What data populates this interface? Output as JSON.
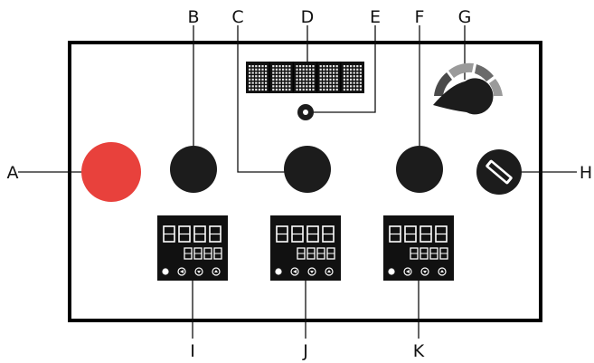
{
  "callouts": {
    "A": "A",
    "B": "B",
    "C": "C",
    "D": "D",
    "E": "E",
    "F": "F",
    "G": "G",
    "H": "H",
    "I": "I",
    "J": "J",
    "K": "K"
  },
  "colors": {
    "panel_border": "#000000",
    "emergency_button": "#e8413c",
    "knob": "#1c1c1c",
    "display_fill": "#111111",
    "gauge_segment_1": "#4a4a4a",
    "gauge_segment_2": "#9a9a9a",
    "gauge_segment_3": "#6a6a6a",
    "gauge_segment_4": "#9a9a9a"
  },
  "icons": {
    "emergency_stop": "red-mushroom-button",
    "rotary_knobs": "black-round-knob",
    "selector_switch": "key-selector-switch",
    "dial": "potentiometer-dial",
    "indicator": "indicator-lamp",
    "led_display": "dot-matrix-display",
    "controllers": "digital-controller"
  }
}
